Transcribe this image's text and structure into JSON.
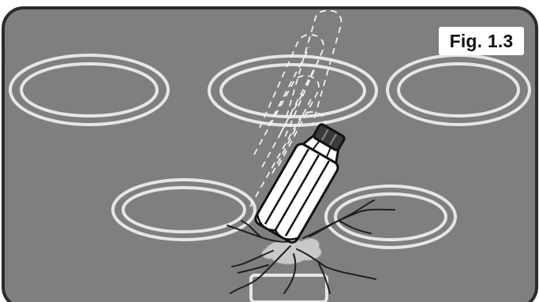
{
  "figure": {
    "label": "Fig. 1.3"
  },
  "colors": {
    "cooktop_surface": "#7f7f7f",
    "cooktop_border": "#2b2b2b",
    "burner_ring": "#e6e6e6",
    "crack": "#1f1f1f",
    "shaker_fill": "#ffffff",
    "shaker_outline": "#111111",
    "shaker_cap": "#3a3a3a",
    "spill": "#c9c9c9"
  },
  "icons": [
    "cooktop-surface",
    "burner-ring",
    "falling-shaker-icon",
    "motion-trail",
    "crack-lines",
    "control-panel-outline"
  ]
}
